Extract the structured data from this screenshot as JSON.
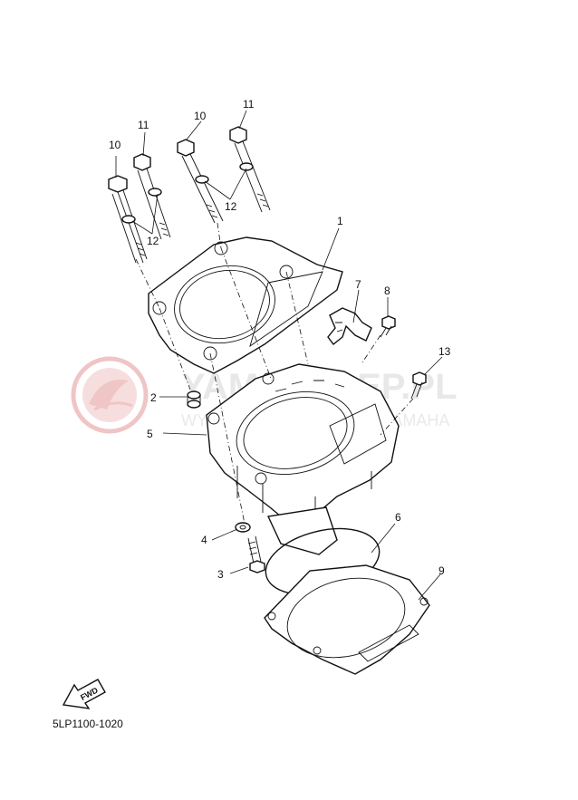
{
  "watermark": {
    "main": "YAMASKLEP.PL",
    "sub": "WYRECHOWICZ DEALER YAMAHA",
    "color": "#e8a3a3"
  },
  "callouts": {
    "c1": "1",
    "c2": "2",
    "c3": "3",
    "c4": "4",
    "c5": "5",
    "c6": "6",
    "c7": "7",
    "c8": "8",
    "c9": "9",
    "c10a": "10",
    "c10b": "10",
    "c11a": "11",
    "c11b": "11",
    "c12a": "12",
    "c12b": "12",
    "c13": "13"
  },
  "fwd_label": "FWD",
  "diagram_code": "5LP1100-1020"
}
